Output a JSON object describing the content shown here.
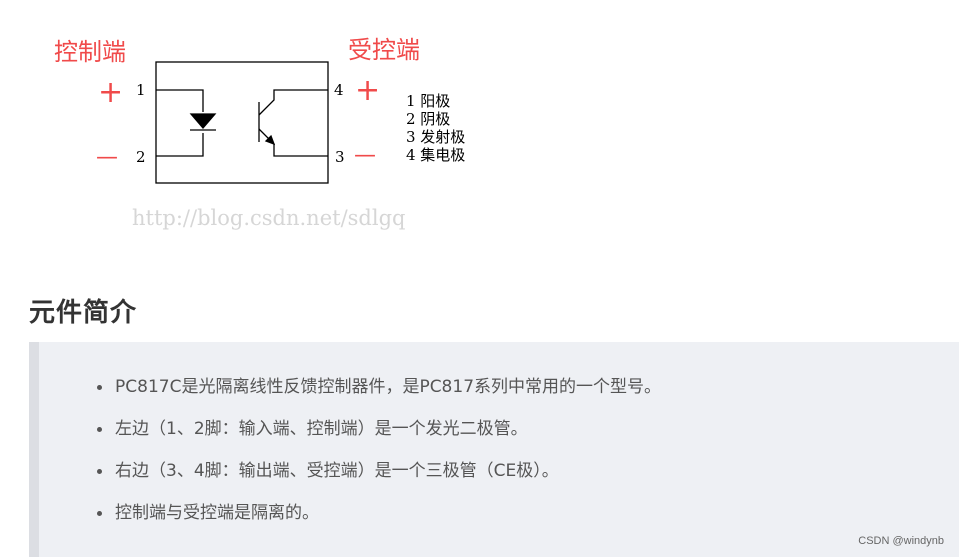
{
  "diagram": {
    "control_side_label": "控制端",
    "controlled_side_label": "受控端",
    "plus_sign": "+",
    "minus_sign": "—",
    "pins": [
      "1",
      "2",
      "3",
      "4"
    ],
    "pin_legend": [
      "1 阳极",
      "2 阴极",
      "3 发射极",
      "4 集电极"
    ],
    "url_watermark": "http://blog.csdn.net/sdlgq",
    "colors": {
      "red_label": "#f04a4a",
      "line": "#000000"
    }
  },
  "section": {
    "title": "元件简介",
    "bullets": [
      "PC817C是光隔离线性反馈控制器件，是PC817系列中常用的一个型号。",
      "左边（1、2脚：输入端、控制端）是一个发光二极管。",
      "右边（3、4脚：输出端、受控端）是一个三极管（CE极）。",
      "控制端与受控端是隔离的。"
    ]
  },
  "footer": {
    "watermark": "CSDN @windynb"
  }
}
